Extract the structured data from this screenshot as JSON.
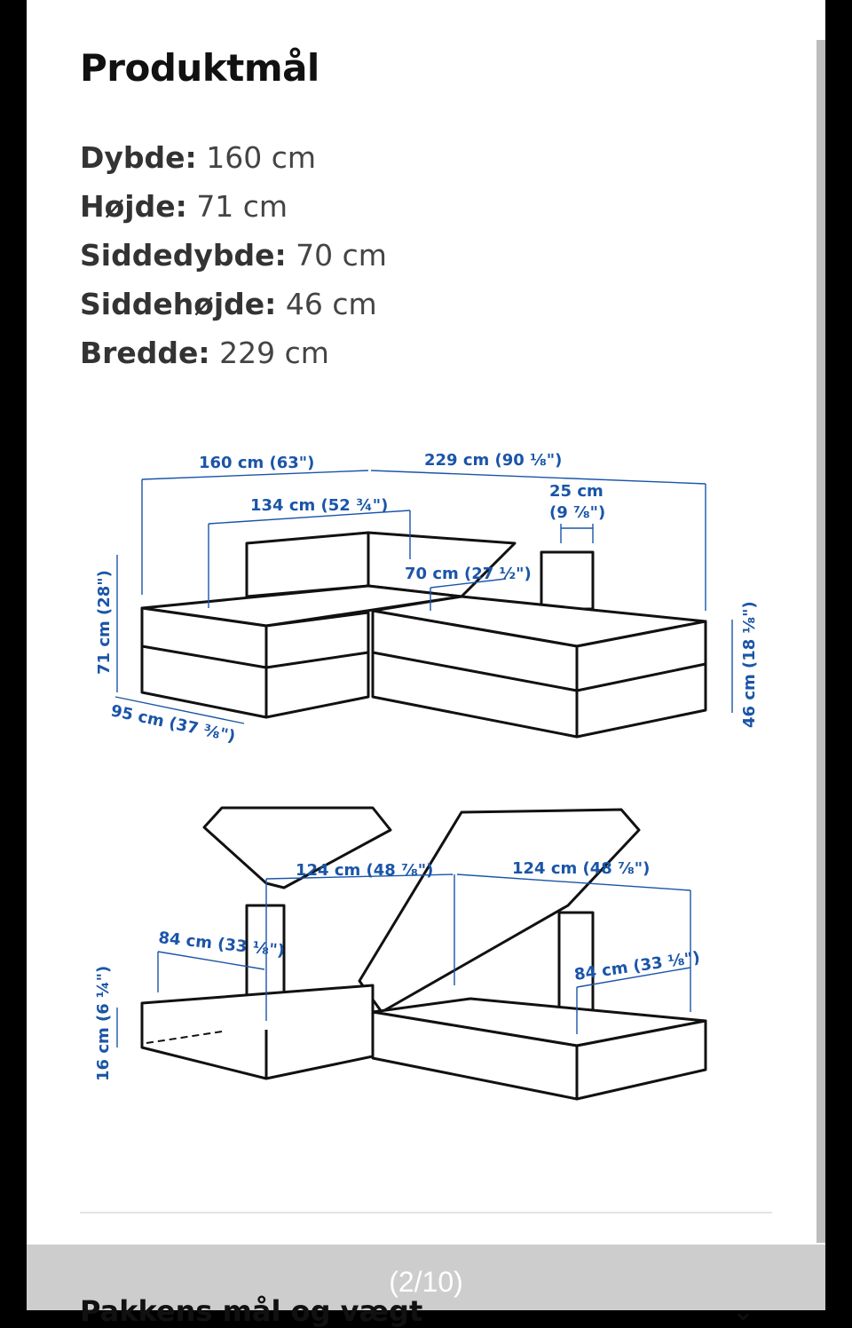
{
  "section": {
    "title": "Produktmål"
  },
  "specs": [
    {
      "label": "Dybde:",
      "value": "160 cm"
    },
    {
      "label": "Højde:",
      "value": "71 cm"
    },
    {
      "label": "Siddedybde:",
      "value": "70 cm"
    },
    {
      "label": "Siddehøjde:",
      "value": "46 cm"
    },
    {
      "label": "Bredde:",
      "value": "229 cm"
    }
  ],
  "diagram": {
    "color": "#1a55a8",
    "top": {
      "depth": "160 cm (63\")",
      "width": "229 cm (90 ⅛\")",
      "inner": "134 cm (52 ¾\")",
      "arm1": "25 cm",
      "arm2": "(9 ⅞\")",
      "seat_depth": "70 cm (27 ½\")",
      "height": "71 cm (28\")",
      "seat_height": "46 cm (18 ⅛\")",
      "module_depth": "95 cm (37 ⅜\")"
    },
    "bottom": {
      "left_open": "124 cm (48 ⅞\")",
      "right_open": "124 cm (48 ⅞\")",
      "left_storage": "84 cm (33 ⅛\")",
      "right_storage": "84 cm (33 ⅛\")",
      "storage_height": "16 cm (6 ¼\")"
    }
  },
  "gallery": {
    "counter": "(2/10)"
  },
  "next_section": {
    "title": "Pakkens mål og vægt",
    "icon": "chevron-down-icon"
  }
}
